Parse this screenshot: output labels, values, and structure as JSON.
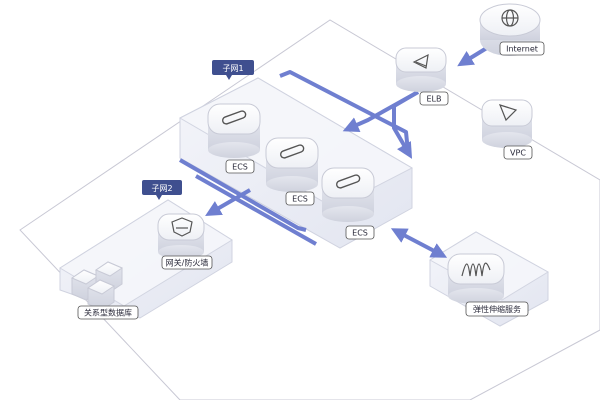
{
  "diagram": {
    "subnets": [
      {
        "id": "subnet1",
        "label": "子网1"
      },
      {
        "id": "subnet2",
        "label": "子网2"
      }
    ],
    "nodes": [
      {
        "id": "internet",
        "label": "Internet",
        "icon": "globe-icon"
      },
      {
        "id": "elb",
        "label": "ELB",
        "icon": "elb-icon"
      },
      {
        "id": "vpc",
        "label": "VPC",
        "icon": "vpc-icon"
      },
      {
        "id": "ecs1",
        "label": "ECS",
        "icon": "ecs-icon"
      },
      {
        "id": "ecs2",
        "label": "ECS",
        "icon": "ecs-icon"
      },
      {
        "id": "ecs3",
        "label": "ECS",
        "icon": "ecs-icon"
      },
      {
        "id": "gateway",
        "label": "网关/防火墙",
        "icon": "shield-icon"
      },
      {
        "id": "database",
        "label": "关系型数据库",
        "icon": "database-icon"
      },
      {
        "id": "autoscaling",
        "label": "弹性伸缩服务",
        "icon": "autoscaling-icon"
      }
    ],
    "colors": {
      "arrow": "#6f7fd0",
      "tag_bg": "#3f4f8f",
      "outline": "#c8c8d4",
      "platform_fill": "#eceef6"
    }
  }
}
